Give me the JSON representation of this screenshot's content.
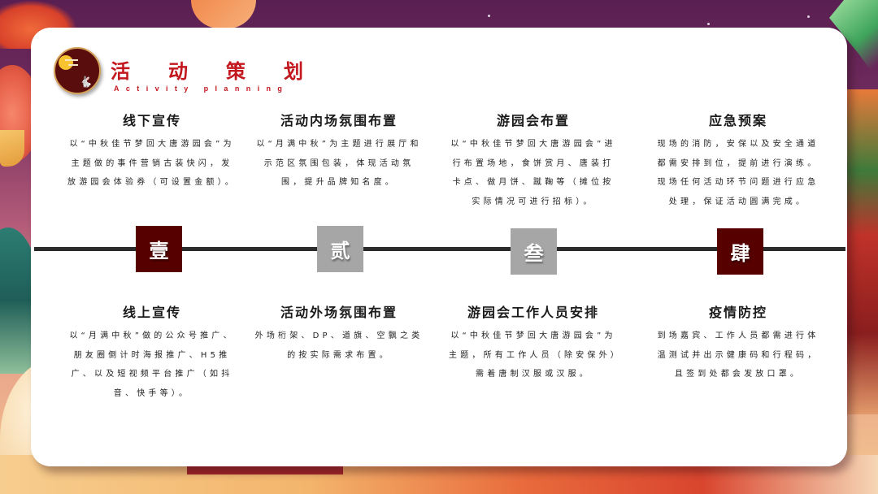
{
  "header": {
    "title_chars": [
      "活",
      "动",
      "策",
      "划"
    ],
    "subtitle": "Activity planning",
    "badge_icon": "moon-rabbit-icon"
  },
  "timeline": {
    "nodes": [
      {
        "label": "壹",
        "style": "dark",
        "color": "#570000"
      },
      {
        "label": "贰",
        "style": "gray",
        "color": "#a6a6a6"
      },
      {
        "label": "叁",
        "style": "gray",
        "color": "#a6a6a6"
      },
      {
        "label": "肆",
        "style": "dark",
        "color": "#570000"
      }
    ]
  },
  "top_blocks": [
    {
      "title": "线下宣传",
      "body": "以“中秋佳节梦回大唐游园会”为主题做的事件营销古装快闪，发放游园会体验券（可设置金额）。"
    },
    {
      "title": "活动内场氛围布置",
      "body": "以“月满中秋”为主题进行展厅和示范区氛围包装，体现活动氛围，提升品牌知名度。"
    },
    {
      "title": "游园会布置",
      "body": "以“中秋佳节梦回大唐游园会”进行布置场地，食饼赏月、唐装打卡点、做月饼、蹴鞠等（摊位按实际情况可进行招标）。"
    },
    {
      "title": "应急预案",
      "body": "现场的消防，安保以及安全通道都需安排到位，提前进行演练。现场任何活动环节问题进行应急处理，保证活动圆满完成。"
    }
  ],
  "bottom_blocks": [
    {
      "title": "线上宣传",
      "body": "以“月满中秋”做的公众号推广、朋友圈倒计时海报推广、H5推广、以及短视频平台推广（如抖音、快手等）。"
    },
    {
      "title": "活动外场氛围布置",
      "body": "外场桁架、DP、道旗、空飘之类的按实际需求布置。"
    },
    {
      "title": "游园会工作人员安排",
      "body": "以“中秋佳节梦回大唐游园会”为主题，所有工作人员（除安保外）需着唐制汉服或汉服。"
    },
    {
      "title": "疫情防控",
      "body": "到场嘉宾、工作人员都需进行体温测试并出示健康码和行程码，且签到处都会发放口罩。"
    }
  ],
  "colors": {
    "accent_red": "#c3171e",
    "node_dark": "#570000",
    "node_gray": "#a6a6a6",
    "timeline": "#2b2b2b"
  }
}
